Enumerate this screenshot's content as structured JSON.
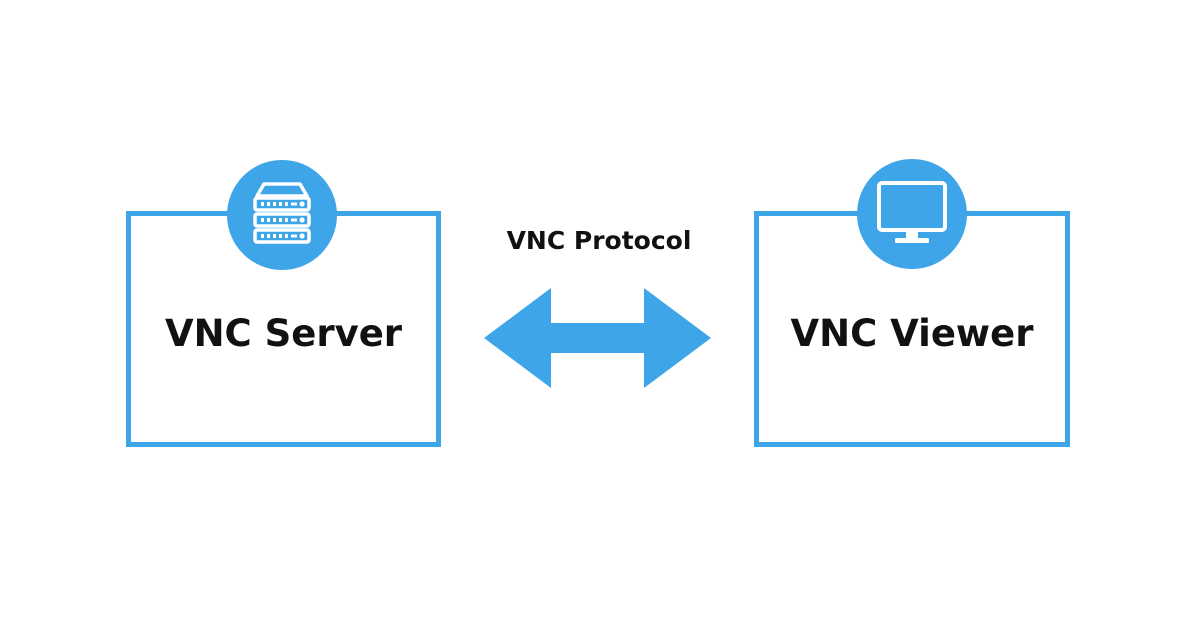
{
  "diagram": {
    "accent_color": "#3ea5e8",
    "text_color": "#111111",
    "server": {
      "label": "VNC Server",
      "icon": "server-rack-icon"
    },
    "viewer": {
      "label": "VNC Viewer",
      "icon": "monitor-icon"
    },
    "connection": {
      "label": "VNC Protocol",
      "icon": "double-headed-arrow-icon"
    }
  }
}
